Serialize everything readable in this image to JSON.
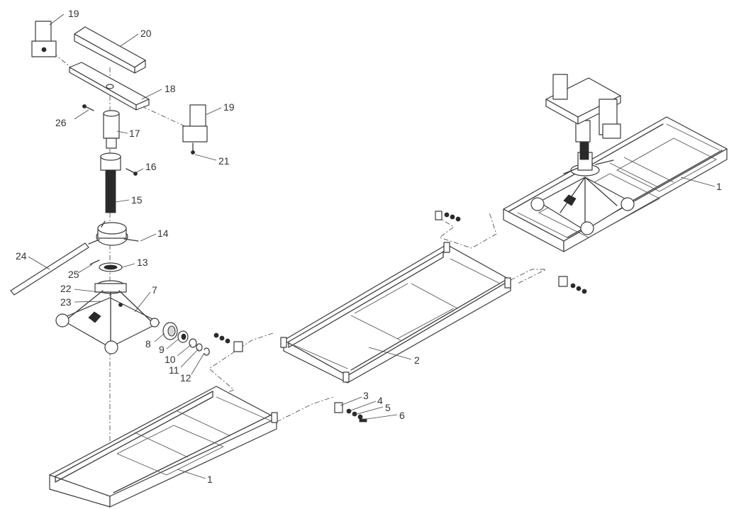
{
  "parts": [
    {
      "id": "part-1a",
      "number": "1"
    },
    {
      "id": "part-1b",
      "number": "1"
    },
    {
      "id": "part-2",
      "number": "2"
    },
    {
      "id": "part-3",
      "number": "3"
    },
    {
      "id": "part-4",
      "number": "4"
    },
    {
      "id": "part-5",
      "number": "5"
    },
    {
      "id": "part-6",
      "number": "6"
    },
    {
      "id": "part-7",
      "number": "7"
    },
    {
      "id": "part-8",
      "number": "8"
    },
    {
      "id": "part-9",
      "number": "9"
    },
    {
      "id": "part-10",
      "number": "10"
    },
    {
      "id": "part-11",
      "number": "11"
    },
    {
      "id": "part-12",
      "number": "12"
    },
    {
      "id": "part-13",
      "number": "13"
    },
    {
      "id": "part-14",
      "number": "14"
    },
    {
      "id": "part-15",
      "number": "15"
    },
    {
      "id": "part-16",
      "number": "16"
    },
    {
      "id": "part-17",
      "number": "17"
    },
    {
      "id": "part-18",
      "number": "18"
    },
    {
      "id": "part-19a",
      "number": "19"
    },
    {
      "id": "part-19b",
      "number": "19"
    },
    {
      "id": "part-20",
      "number": "20"
    },
    {
      "id": "part-21",
      "number": "21"
    },
    {
      "id": "part-22",
      "number": "22"
    },
    {
      "id": "part-23",
      "number": "23"
    },
    {
      "id": "part-24",
      "number": "24"
    },
    {
      "id": "part-25",
      "number": "25"
    },
    {
      "id": "part-26",
      "number": "26"
    }
  ]
}
